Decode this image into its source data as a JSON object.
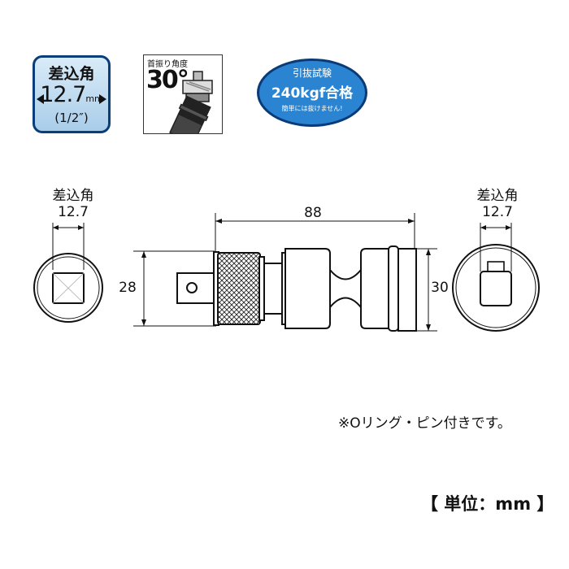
{
  "badges": {
    "drive": {
      "label": "差込角",
      "size": "12.7",
      "unit": "mm",
      "inch": "(1/2″)"
    },
    "angle": {
      "label": "首振り角度",
      "value": "30°"
    },
    "pull": {
      "label": "引抜試験",
      "value": "240kgf合格",
      "caption": "簡単には抜けません!"
    }
  },
  "left_view": {
    "label": "差込角",
    "size": "12.7"
  },
  "right_view": {
    "label": "差込角",
    "size": "12.7"
  },
  "dimensions": {
    "length": "88",
    "height_left": "28",
    "height_right": "30"
  },
  "note": "※Oリング・ピン付きです。",
  "unit_label": "【 単位：mm 】"
}
